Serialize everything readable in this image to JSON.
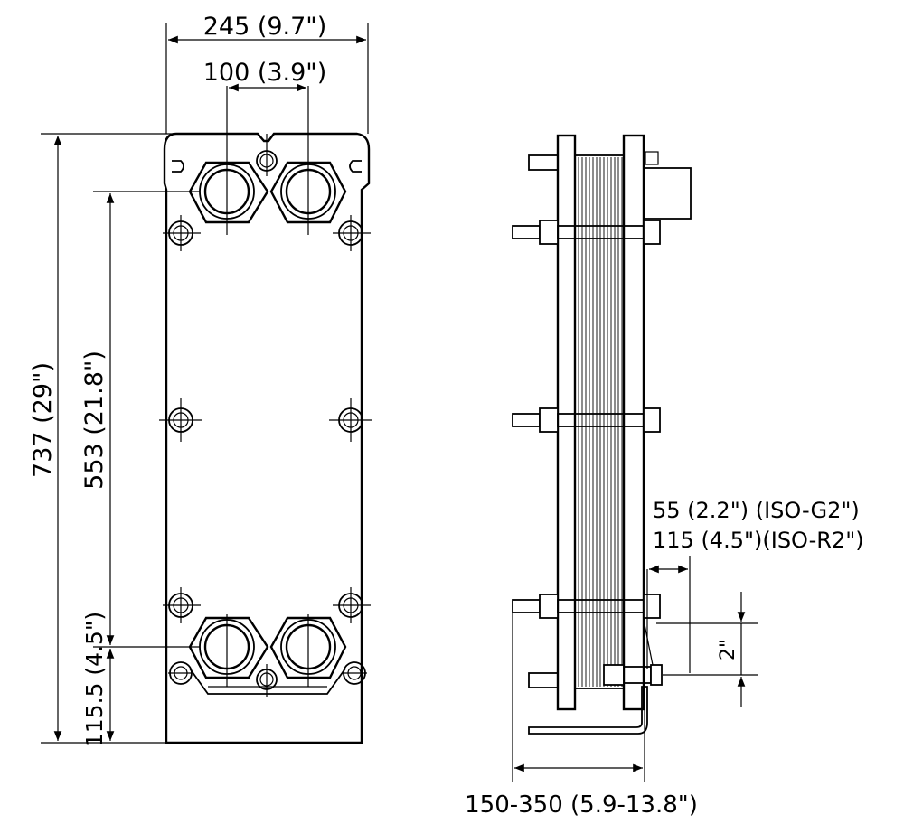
{
  "dimensions": {
    "overall_width": "245 (9.7\")",
    "port_spacing": "100 (3.9\")",
    "overall_height": "737 (29\")",
    "port_vertical": "553 (21.8\")",
    "bottom_offset": "115.5 (4.5\")",
    "connection_iso_g2": "55 (2.2\") (ISO-G2\")",
    "connection_iso_r2": "115 (4.5\")(ISO-R2\")",
    "connection_size": "2\"",
    "frame_length": "150-350 (5.9-13.8\")"
  }
}
